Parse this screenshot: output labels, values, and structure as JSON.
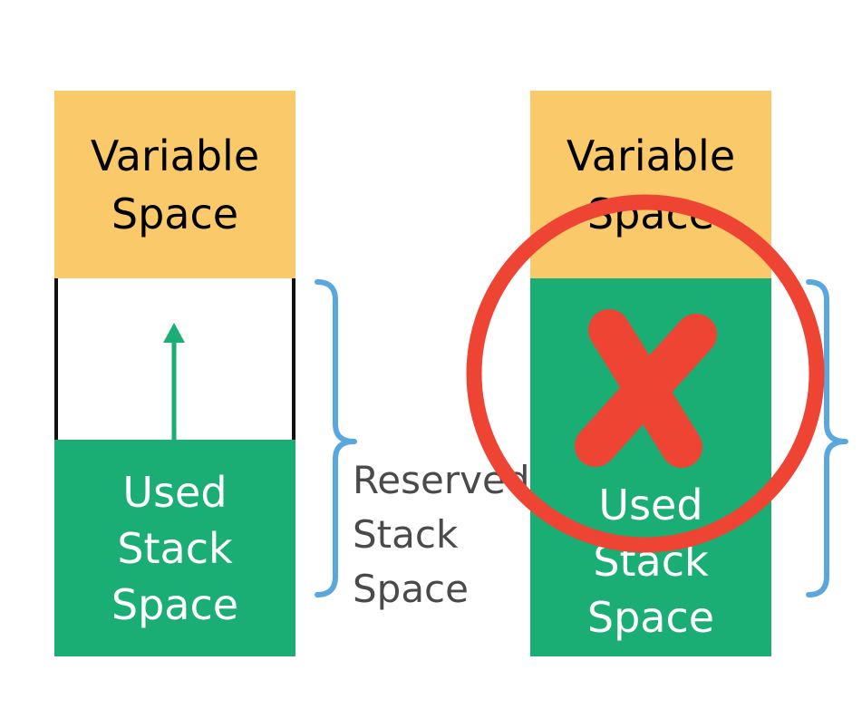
{
  "left_stack": {
    "variable_space": "Variable\nSpace",
    "used_stack_space": "Used\nStack\nSpace"
  },
  "right_stack": {
    "variable_space": "Variable\nSpace",
    "used_stack_space": "Used\nStack\nSpace"
  },
  "reserved_label": "Reserved\nStack\nSpace",
  "colors": {
    "variable_space": "#f9c96a",
    "used_stack_space": "#1aae74",
    "arrow": "#1aae74",
    "brace": "#5aa7e0",
    "prohibit_circle": "#ee4433",
    "prohibit_x": "#ee4433"
  },
  "icons": {
    "growth_arrow": "up-arrow-icon",
    "prohibited": "x-mark-icon"
  }
}
